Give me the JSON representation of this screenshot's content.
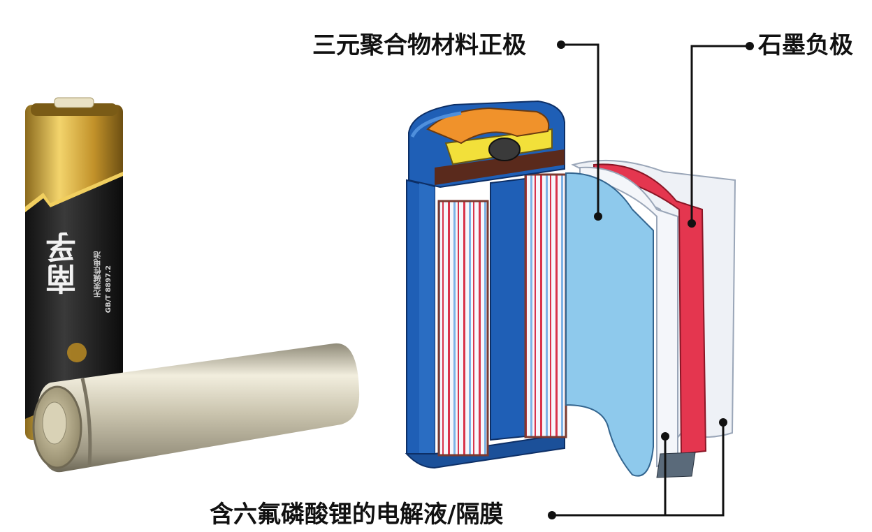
{
  "labels": {
    "cathode": "三元聚合物材料正极",
    "anode": "石墨负极",
    "electrolyte": "含六氟磷酸锂的电解液/隔膜"
  },
  "aa_battery": {
    "brand": "南孚",
    "sub_text": "无汞碱性电池",
    "standard": "GB/T 8897.2"
  },
  "colors": {
    "casing_blue": "#1f5fb6",
    "cathode_light_blue": "#8ec9ec",
    "anode_red": "#e4364f",
    "separator_white": "#eef1f6",
    "cap_orange": "#f0922b",
    "gold": "#d5a936"
  }
}
